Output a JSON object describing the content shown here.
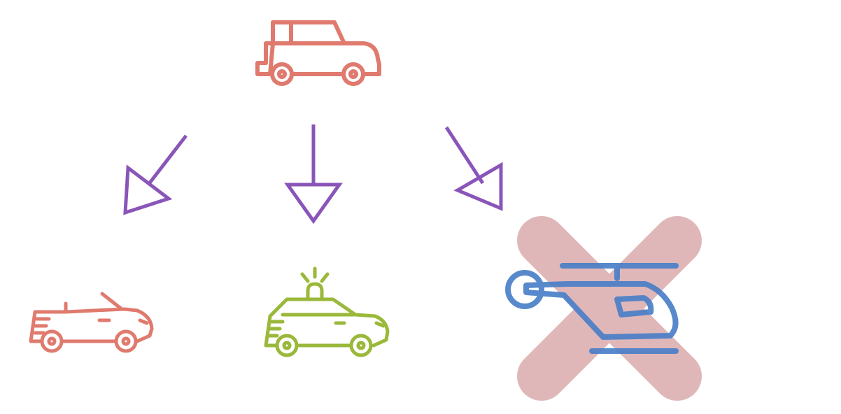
{
  "colors": {
    "background": "#ffffff",
    "base_vehicle": "#e07a6e",
    "convertible": "#e07a6e",
    "police_car": "#9ab83a",
    "helicopter": "#4a7fc8",
    "arrow": "#8a55b8",
    "cross": "#dfb4b6"
  },
  "nodes": [
    {
      "id": "base",
      "icon": "suv-car-icon"
    },
    {
      "id": "left",
      "icon": "convertible-car-icon"
    },
    {
      "id": "middle",
      "icon": "police-car-icon"
    },
    {
      "id": "right",
      "icon": "helicopter-icon",
      "rejected": true
    }
  ],
  "edges": [
    {
      "from": "base",
      "to": "left",
      "style": "hollow-triangle-arrow"
    },
    {
      "from": "base",
      "to": "middle",
      "style": "hollow-triangle-arrow"
    },
    {
      "from": "base",
      "to": "right",
      "style": "hollow-triangle-arrow"
    }
  ],
  "rejection_mark": "cross-icon"
}
